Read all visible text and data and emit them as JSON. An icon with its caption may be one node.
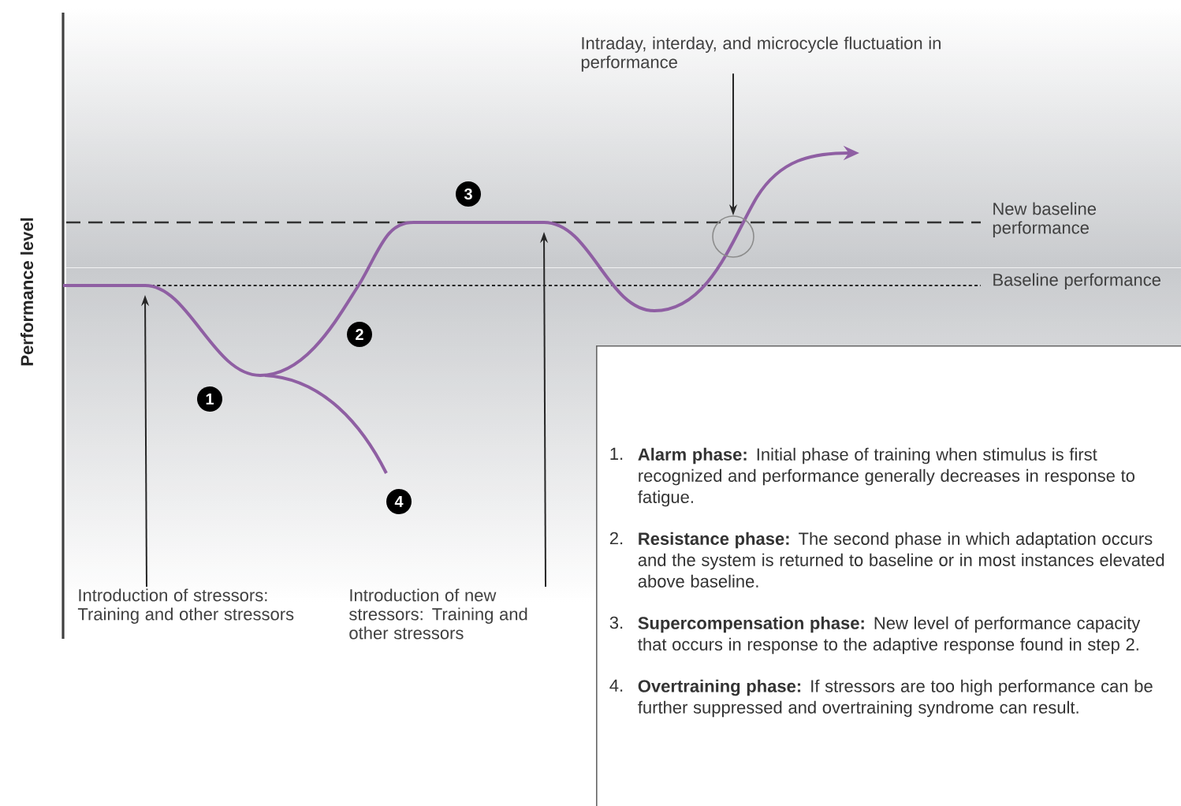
{
  "diagram": {
    "nodes": [
      {
        "text": [
          "Introduction of stressors: Training and other stressors"
        ]
      },
      {
        "text": [
          "Introduction of new stressors: Training and other stressors"
        ]
      },
      {
        "text": [
          "Intraday, interday, and microcycle fluctuation in performance"
        ]
      },
      {
        "text": [],
        "shape": "circle"
      },
      {
        "text": [
          "1.",
          "**Alarm phase:** Initial phase of training when stimulus is first recognized and performance generally decreases in response to fatigue.",
          "2.",
          "**Resistance phase:** The second phase in which adaptation occurs and the system is returned to baseline or in most instances elevated above baseline.",
          "3.",
          "**Supercompensation phase:** New level of performance capacity that occurs in response to the adaptive response found in step 2.",
          "4.",
          "**Overtraining phase:** If stressors are too high performance can be further suppressed and overtraining syndrome can result."
        ]
      }
    ],
    "edges": [
      {
        "from": 0,
        "to": null,
        "arrow": "to"
      },
      {
        "from": 1,
        "to": null,
        "arrow": "to"
      },
      {
        "from": 2,
        "to": 3,
        "arrow": "to"
      }
    ],
    "labels": [
      "Performance level",
      "3",
      "2",
      "1",
      "4",
      "New baseline performance",
      "Baseline performance"
    ]
  }
}
